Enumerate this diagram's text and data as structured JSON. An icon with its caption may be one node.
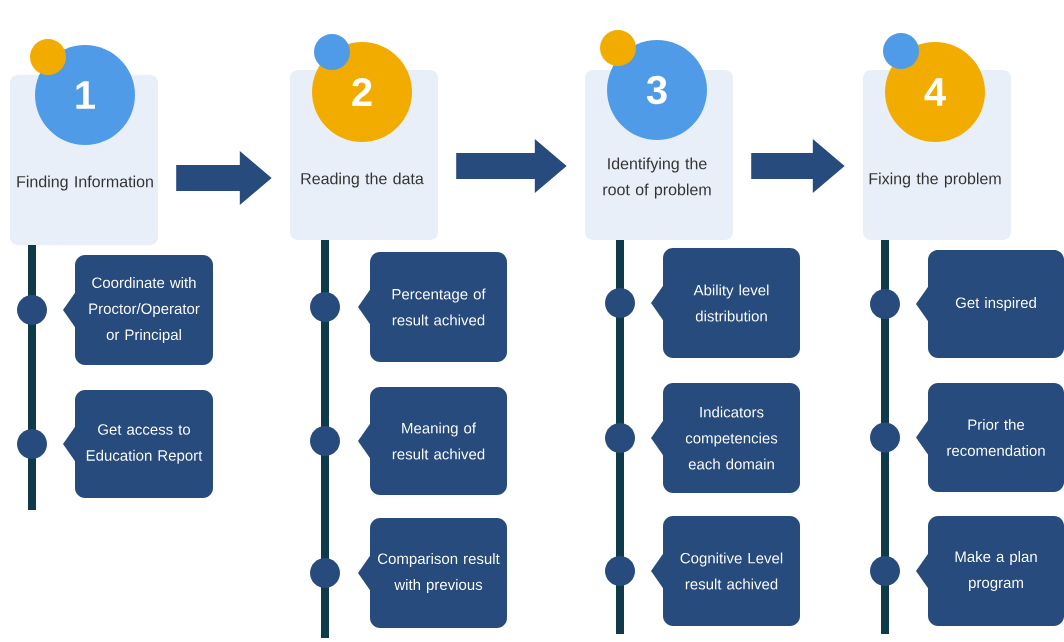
{
  "diagram": {
    "nodes": [
      {
        "text": [
          "1",
          "Finding Information"
        ]
      },
      {
        "text": [
          "Coordinate with Proctor/Operator or Principal"
        ]
      },
      {
        "text": [
          "Get access to Education Report"
        ]
      },
      {
        "text": [
          "2",
          "Reading the data"
        ]
      },
      {
        "text": [
          "Percentage of result achived"
        ]
      },
      {
        "text": [
          "Meaning of result achived"
        ]
      },
      {
        "text": [
          "Comparison result with previous"
        ]
      },
      {
        "text": [
          "3",
          "Identifying the root of problem"
        ]
      },
      {
        "text": [
          "Ability level distribution"
        ]
      },
      {
        "text": [
          "Indicators competencies each domain"
        ]
      },
      {
        "text": [
          "Cognitive Level result achived"
        ]
      },
      {
        "text": [
          "4",
          "Fixing the problem"
        ]
      },
      {
        "text": [
          "Get inspired"
        ]
      },
      {
        "text": [
          "Prior the recomendation"
        ]
      },
      {
        "text": [
          "Make a plan program"
        ]
      }
    ],
    "edges": [
      {
        "from": 0,
        "to": 3,
        "arrow": "to"
      },
      {
        "from": 3,
        "to": 7,
        "arrow": "to"
      },
      {
        "from": 7,
        "to": 11,
        "arrow": "to"
      }
    ]
  }
}
